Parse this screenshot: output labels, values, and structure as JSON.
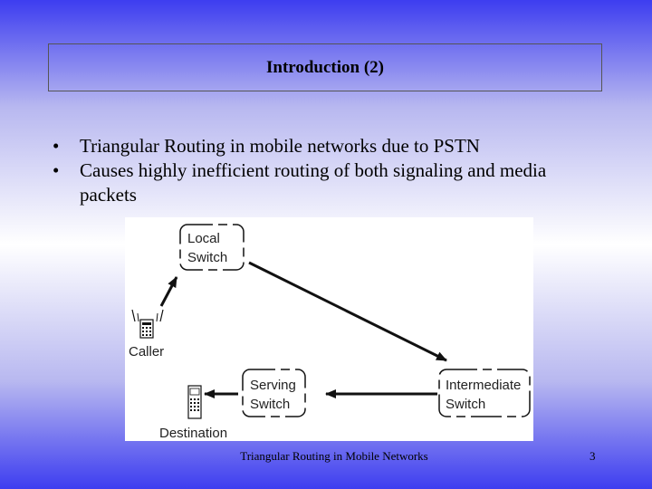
{
  "slide": {
    "title": "Introduction (2)",
    "bullets": [
      "Triangular Routing in mobile networks due to PSTN",
      "Causes highly inefficient routing of both signaling and media packets"
    ],
    "bullet_symbol": "•"
  },
  "diagram": {
    "local_switch": [
      "Local",
      "Switch"
    ],
    "serving_switch": [
      "Serving",
      "Switch"
    ],
    "intermediate_switch": [
      "Intermediate",
      "Switch"
    ],
    "caller_label": "Caller",
    "destination_label": "Destination"
  },
  "footer": {
    "center_text": "Triangular Routing in Mobile Networks",
    "page_number": "3"
  }
}
